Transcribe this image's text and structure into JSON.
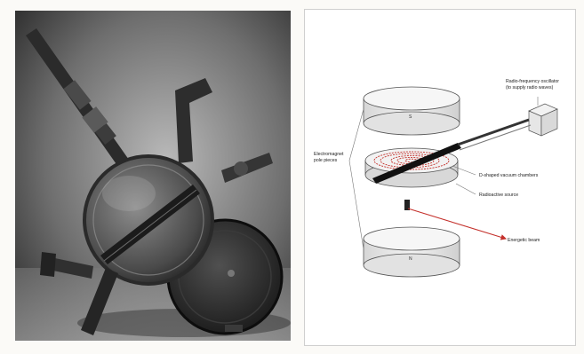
{
  "photo": {
    "description_icon": "cyclotron-photo-icon"
  },
  "diagram": {
    "labels": {
      "rf_oscillator": "Radio-frequency oscillator",
      "rf_oscillator_sub": "(to supply radio waves)",
      "electromagnet": "Electromagnet",
      "electromagnet_sub": "pole pieces",
      "d_shaped": "D-shaped vacuum chambers",
      "ion_source": "Radioactive source",
      "energy_beam": "Energetic beam",
      "pole_top": "S",
      "pole_bottom": "N"
    }
  }
}
